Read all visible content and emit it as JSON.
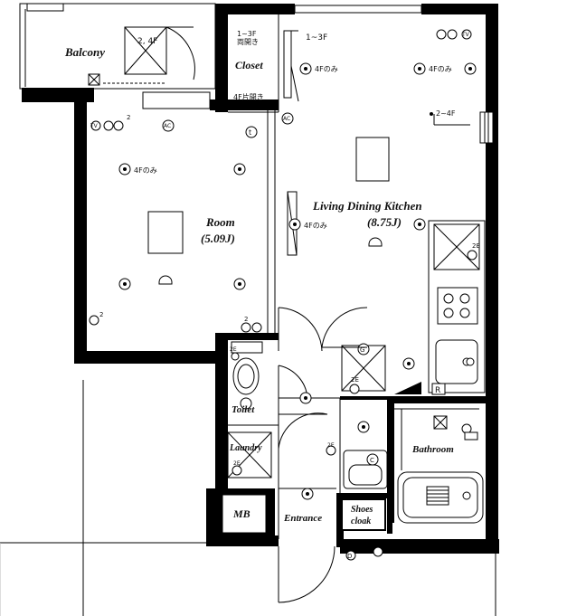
{
  "rooms": {
    "balcony": "Balcony",
    "balcony_floor_note": "2, 4F",
    "closet": "Closet",
    "closet_top_note": "1~3F\n両開き",
    "closet_bottom_note": "4F片開き",
    "door_note_1_3f": "1~3F",
    "room_name": "Room",
    "room_size": "(5.09J)",
    "ldk_name": "Living Dining Kitchen",
    "ldk_size": "(8.75J)",
    "toilet": "Toilet",
    "laundry": "Laundry",
    "bathroom": "Bathroom",
    "mb": "MB",
    "entrance": "Entrance",
    "shoe_line1": "Shoes",
    "shoe_line2": "cloak"
  },
  "notes": {
    "4f_only": "4Fのみ",
    "2_4f": "2~4F",
    "outlet_2": "2",
    "outlet_2e": "2E",
    "tv": "TV",
    "ac": "AC",
    "t_symbol": "t",
    "d_symbol": "D",
    "r_symbol": "R",
    "c_symbol": "C",
    "g_symbol": "G"
  }
}
